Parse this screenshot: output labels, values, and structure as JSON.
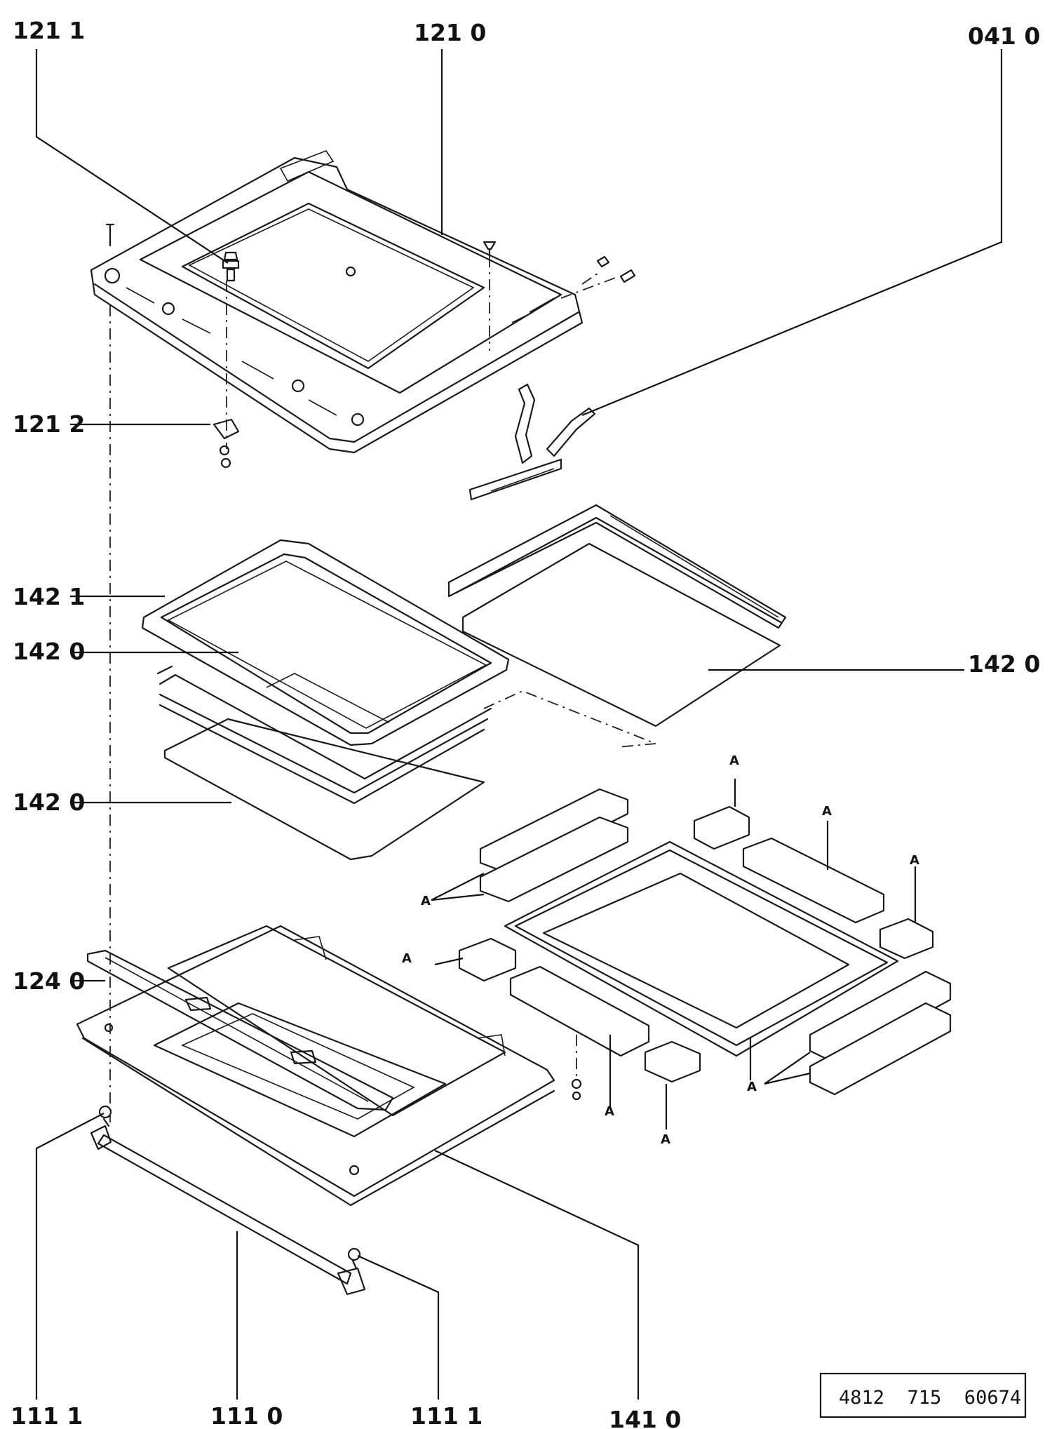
{
  "labels": {
    "l_121_1_top": "121 1",
    "l_121_0": "121 0",
    "l_041_0": "041 0",
    "l_121_2": "121 2",
    "l_142_1": "142 1",
    "l_142_0_a": "142 0",
    "l_142_0_b": "142 0",
    "l_142_0_c": "142 0",
    "l_124_0": "124 0",
    "l_111_1_left": "111 1",
    "l_111_0": "111 0",
    "l_111_1_right": "111 1",
    "l_141_0": "141 0"
  },
  "marker": "A",
  "document_number": "4812  715  60674"
}
